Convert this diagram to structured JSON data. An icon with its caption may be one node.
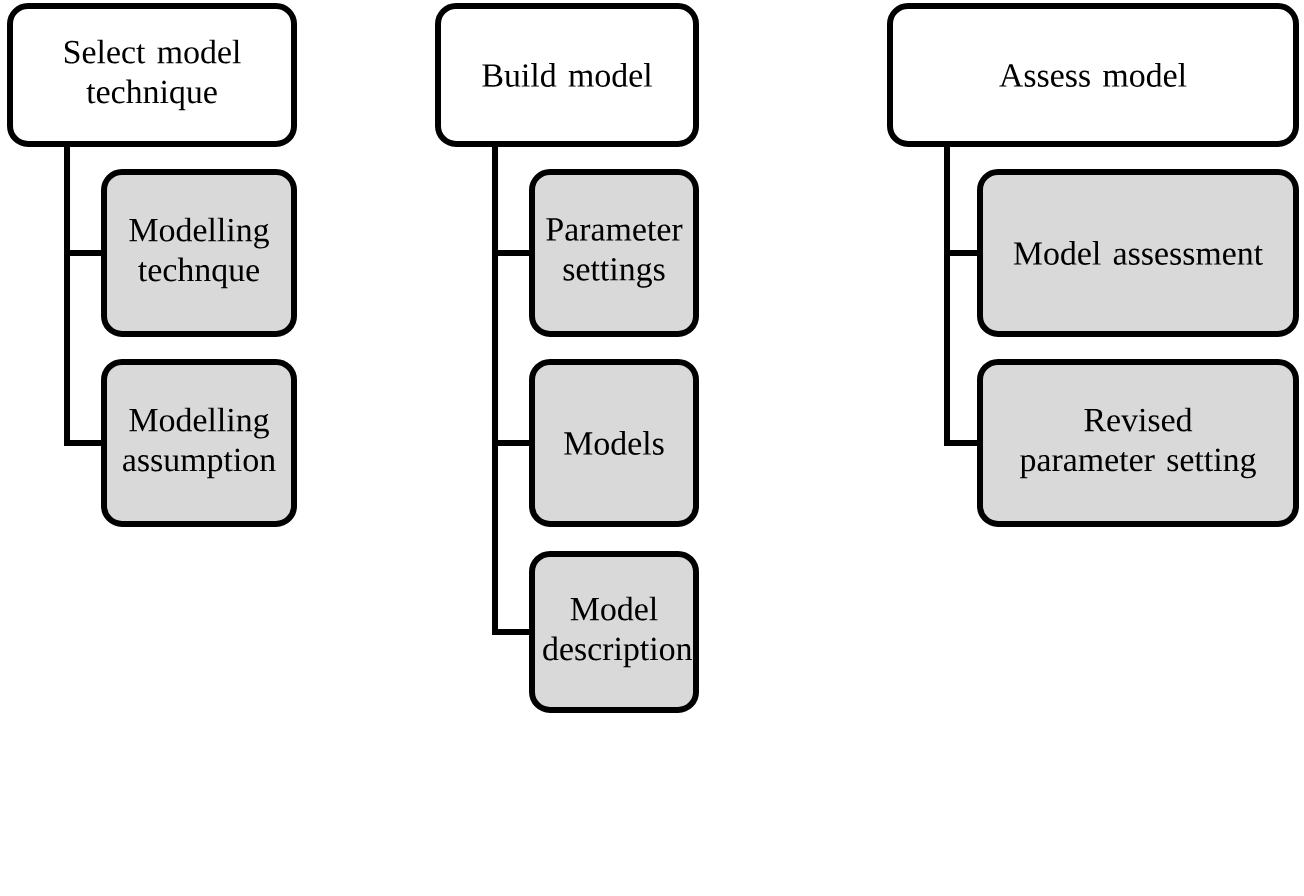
{
  "diagram": {
    "nodes": [
      {
        "text": [
          "Select model technique"
        ]
      },
      {
        "text": [
          "Modelling technque"
        ]
      },
      {
        "text": [
          "Modelling assumption"
        ]
      },
      {
        "text": [
          "Build model"
        ]
      },
      {
        "text": [
          "Parameter settings"
        ]
      },
      {
        "text": [
          "Models"
        ]
      },
      {
        "text": [
          "Model description"
        ]
      },
      {
        "text": [
          "Assess model"
        ]
      },
      {
        "text": [
          "Model assessment"
        ]
      },
      {
        "text": [
          "Revised parameter setting"
        ]
      }
    ],
    "edges": [
      {
        "from": 0,
        "to": 1,
        "arrow": "none"
      },
      {
        "from": 0,
        "to": 2,
        "arrow": "none"
      },
      {
        "from": 3,
        "to": 4,
        "arrow": "none"
      },
      {
        "from": 3,
        "to": 5,
        "arrow": "none"
      },
      {
        "from": 3,
        "to": 6,
        "arrow": "none"
      },
      {
        "from": 7,
        "to": 8,
        "arrow": "none"
      },
      {
        "from": 7,
        "to": 9,
        "arrow": "none"
      }
    ]
  }
}
